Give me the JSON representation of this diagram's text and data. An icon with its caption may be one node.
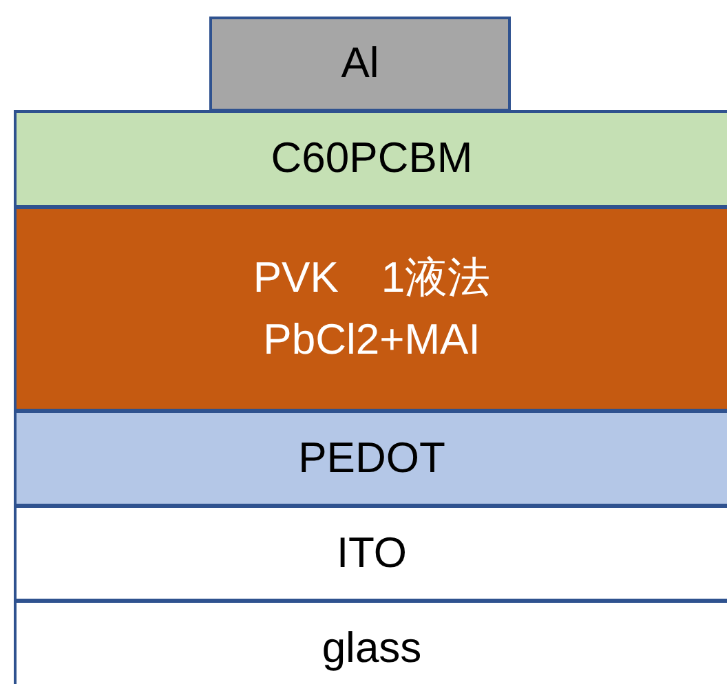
{
  "diagram": {
    "nodes": [
      {
        "text": [
          "Al"
        ]
      },
      {
        "text": [
          "C60PCBM"
        ]
      },
      {
        "text": [
          "PVK　1液法",
          "PbCl2+MAI"
        ]
      },
      {
        "text": [
          "PEDOT"
        ]
      },
      {
        "text": [
          "ITO"
        ]
      },
      {
        "text": [
          "glass"
        ]
      }
    ]
  }
}
